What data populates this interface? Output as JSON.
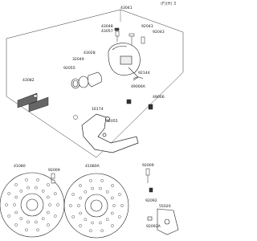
{
  "header": {
    "code": "(F)(H) 3"
  },
  "labels": {
    "c43041": "43041",
    "c43048": "43048",
    "c43057": "43057",
    "c92043": "92043",
    "c92043b": "92043",
    "c43082": "43082",
    "c92055": "92055",
    "c32049": "32049",
    "c43028": "43028",
    "c92144": "92144",
    "c49006a": "49006A",
    "c49006": "49006",
    "c16174": "16174",
    "c32055": "32055",
    "c41080": "41080",
    "c92009": "92009",
    "c41080a": "41080A",
    "c92009b": "92009",
    "c92092": "92092",
    "c55020": "55020",
    "c92092a": "92092A"
  }
}
